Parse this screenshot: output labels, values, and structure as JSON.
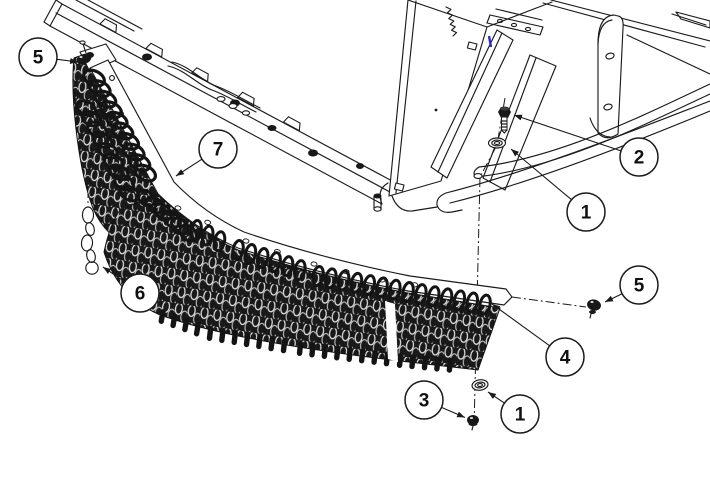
{
  "figure": {
    "kind": "exploded-parts-diagram",
    "background_color": "#ffffff",
    "line_color": "#1b1b1b",
    "accent_color": "#2b2bd5",
    "callouts": [
      {
        "label": "5"
      },
      {
        "label": "7"
      },
      {
        "label": "2"
      },
      {
        "label": "1"
      },
      {
        "label": "6"
      },
      {
        "label": "5"
      },
      {
        "label": "4"
      },
      {
        "label": "3"
      },
      {
        "label": "1"
      }
    ]
  }
}
